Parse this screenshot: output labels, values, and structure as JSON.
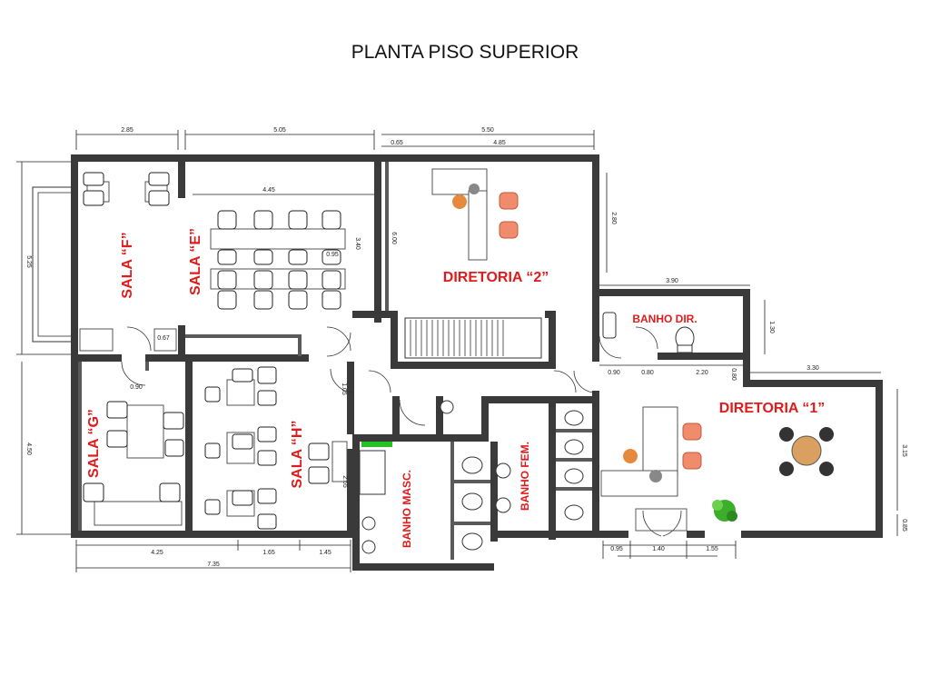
{
  "title": "PLANTA PISO SUPERIOR",
  "rooms": {
    "sala_f": "SALA “F”",
    "sala_e": "SALA “E”",
    "sala_g": "SALA “G”",
    "sala_h": "SALA “H”",
    "diretoria_2": "DIRETORIA “2”",
    "diretoria_1": "DIRETORIA “1”",
    "banho_dir": "BANHO DIR.",
    "banho_masc": "BANHO MASC.",
    "banho_fem": "BANHO FEM."
  },
  "dimensions": {
    "top_a": "2.85",
    "top_b": "5.05",
    "top_c": "5.50",
    "top_d": "0.65",
    "top_e": "4.85",
    "sala_e_width": "4.45",
    "diretoria2_height": "2.80",
    "left_upper": "5.25",
    "left_lower": "4.50",
    "stair_a": "6.00",
    "sala_e_height": "3.40",
    "sala_e_small": "0.95",
    "sala_f_door": "0.67",
    "sala_g_door": "0.90",
    "hall_a": "1.05",
    "sala_h_a": "2.65",
    "banho_dir_width": "3.90",
    "banho_dir_height": "1.30",
    "bd_a": "0.90",
    "bd_b": "0.80",
    "bd_c": "2.20",
    "bd_d": "0.80",
    "dir1_width": "3.30",
    "dir1_height": "3.15",
    "dir1_bottom": "0.85",
    "bottom_a": "4.25",
    "bottom_b": "1.65",
    "bottom_c": "1.45",
    "bottom_total": "7.35",
    "dir1_b1": "0.95",
    "dir1_b2": "1.40",
    "dir1_b3": "1.55"
  },
  "colors": {
    "room_label": "#e01b1b",
    "wall": "#3a3a3a",
    "door_marker": "#22c322",
    "chair_accent": "#f08b6b",
    "desk_chair": "#e58a3c",
    "plant": "#3cae2c"
  }
}
